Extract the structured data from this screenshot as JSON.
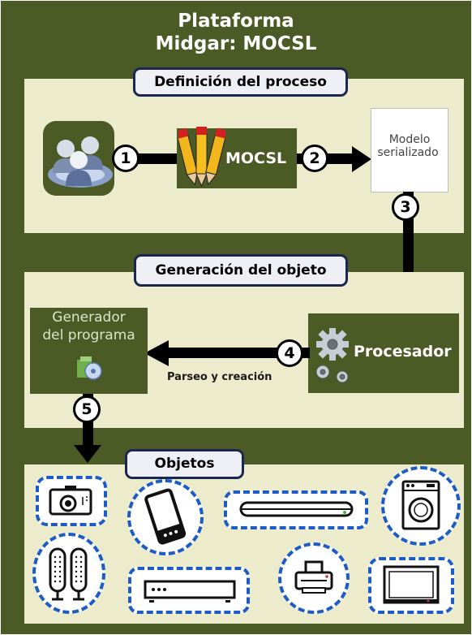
{
  "title_line1": "Plataforma",
  "title_line2": "Midgar: MOCSL",
  "sections": {
    "definicion": "Definición del proceso",
    "generacion": "Generación del objeto",
    "objetos": "Objetos"
  },
  "nodes": {
    "mocsl": "MOCSL",
    "modelo_line1": "Modelo",
    "modelo_line2": "serializado",
    "procesador": "Procesador",
    "generador_line1": "Generador",
    "generador_line2": "del programa"
  },
  "steps": [
    "1",
    "2",
    "3",
    "4",
    "5"
  ],
  "edge_labels": {
    "parseo": "Parseo y creación"
  },
  "icons": [
    "users-icon",
    "pencils-icon",
    "gears-icon",
    "installer-icon",
    "camera-icon",
    "smartphone-icon",
    "sensor-bar-icon",
    "washing-machine-icon",
    "speakers-icon",
    "set-top-box-icon",
    "printer-icon",
    "monitor-icon"
  ],
  "colors": {
    "background": "#4c5a26",
    "panel": "#ecebcb",
    "dashed_border": "#1c5cc4",
    "pill_border": "#1b2652"
  }
}
